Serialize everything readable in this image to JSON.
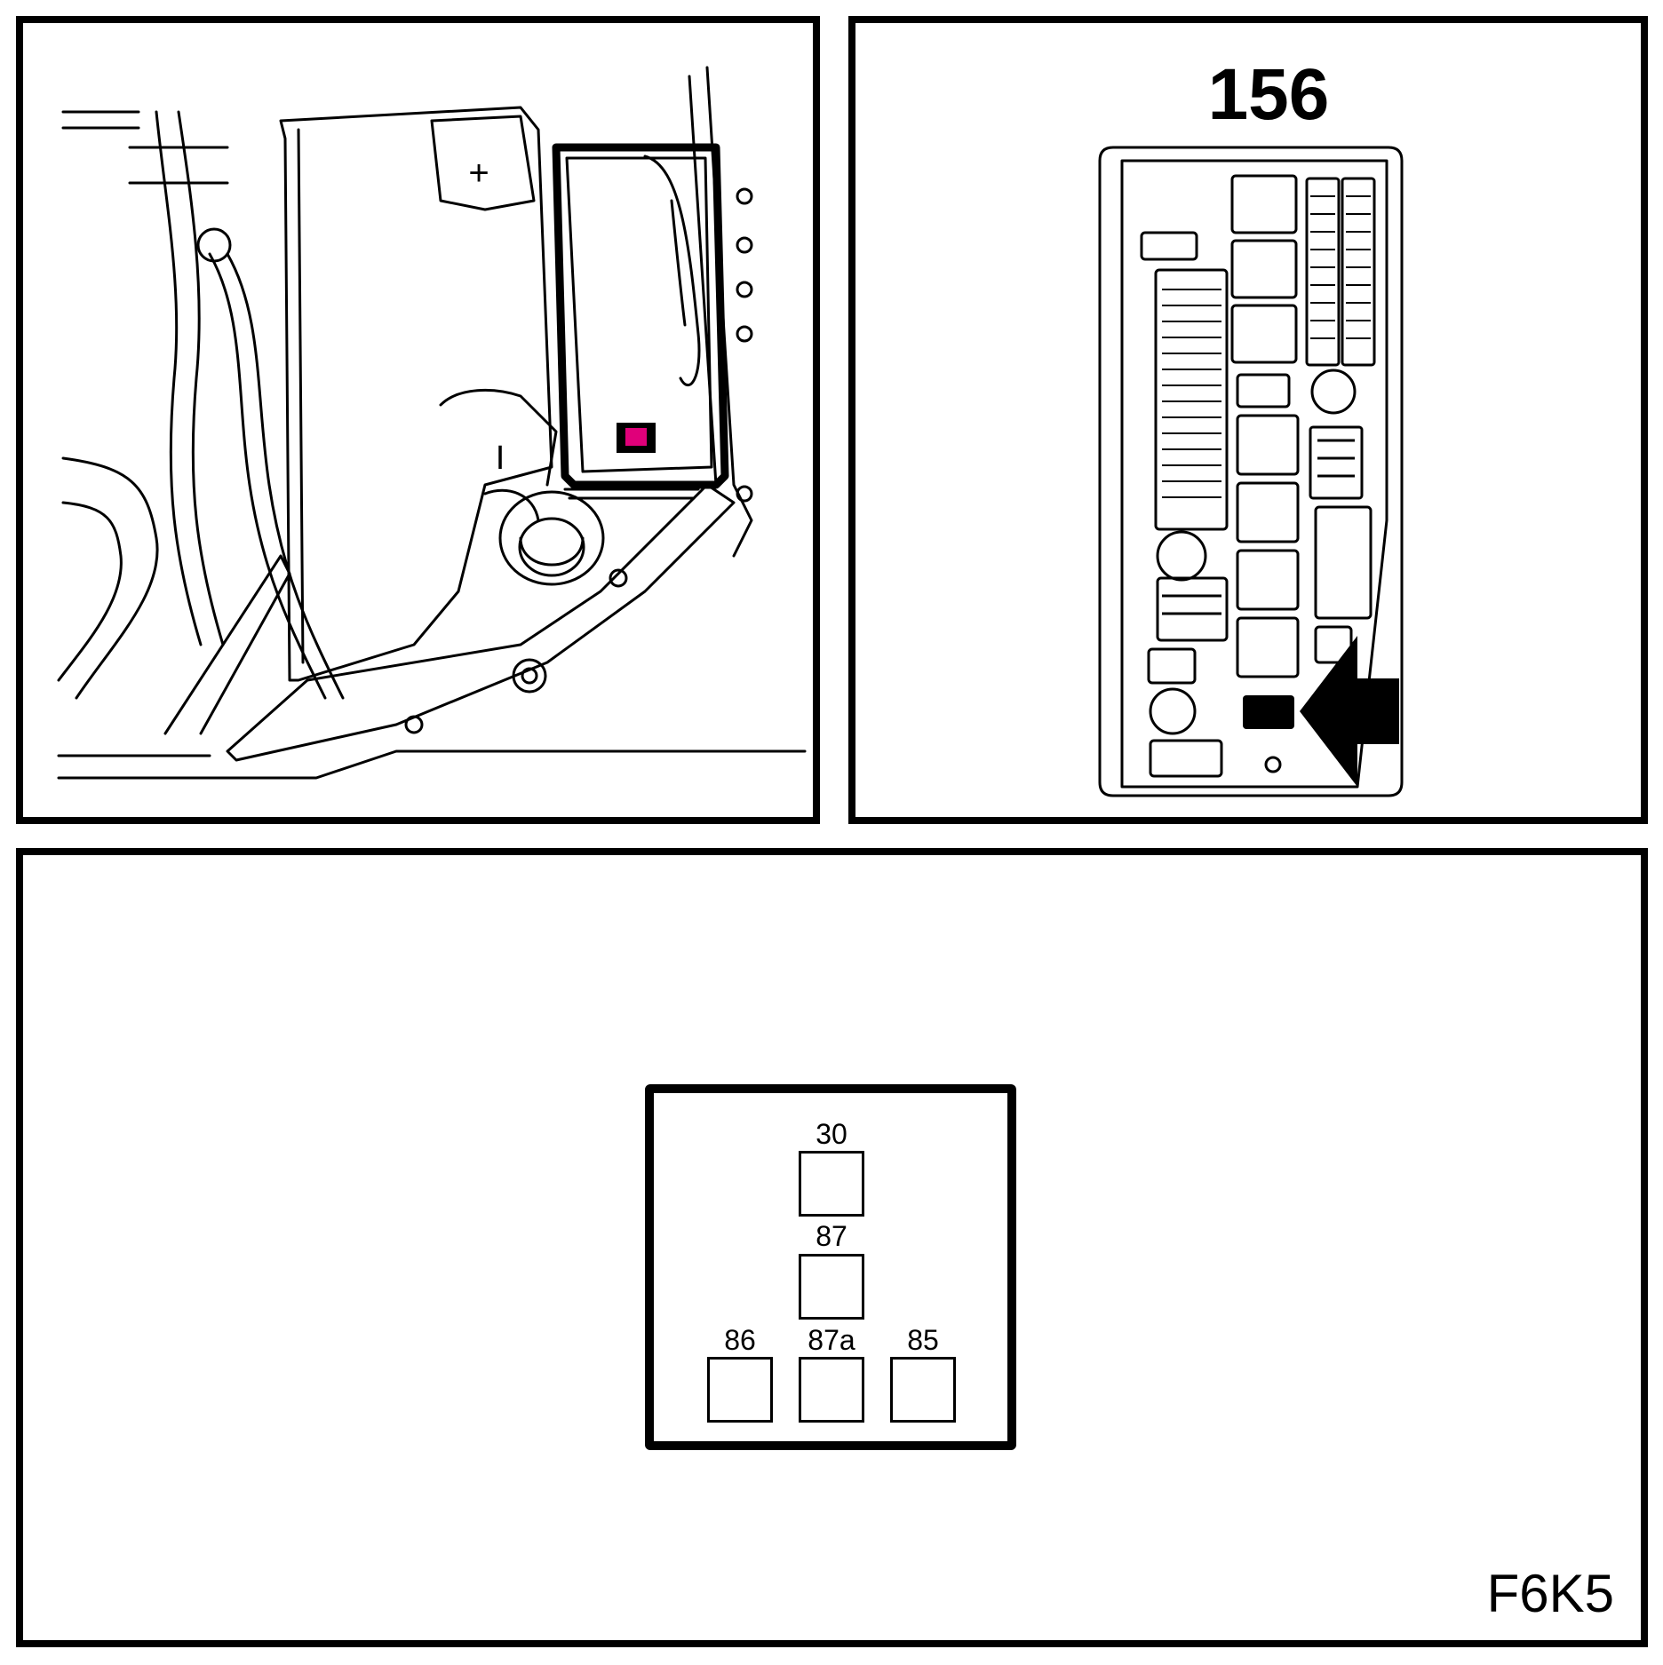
{
  "panels": {
    "engine_view": {
      "battery_plus_label": "+",
      "battery_minus_label": "I",
      "highlight_color": "#e0007a"
    },
    "fuse_box": {
      "number": "156",
      "arrow_color": "#000000",
      "target_color": "#000000"
    },
    "relay": {
      "pins": [
        {
          "label": "30"
        },
        {
          "label": "87"
        },
        {
          "label": "86"
        },
        {
          "label": "87a"
        },
        {
          "label": "85"
        }
      ]
    }
  },
  "diagram_code": "F6K5"
}
